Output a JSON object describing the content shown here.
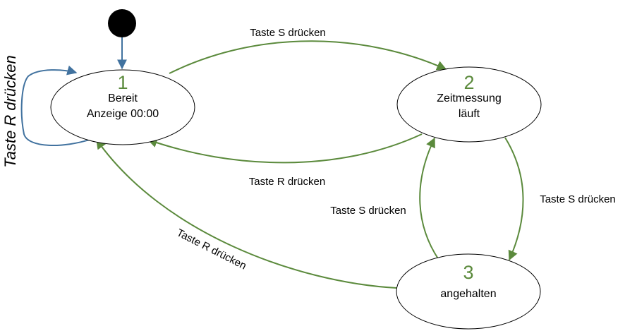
{
  "colors": {
    "transition": "#5b8a3c",
    "initial_arrow": "#41729f",
    "state_number": "#5b8a3c",
    "state_border": "#000000",
    "initial_dot": "#000000"
  },
  "states": [
    {
      "id": "1",
      "number": "1",
      "lines": [
        "Bereit",
        "Anzeige 00:00"
      ]
    },
    {
      "id": "2",
      "number": "2",
      "lines": [
        "Zeitmessung",
        "läuft"
      ]
    },
    {
      "id": "3",
      "number": "3",
      "lines": [
        "angehalten"
      ]
    }
  ],
  "transitions": [
    {
      "id": "t12",
      "from": "1",
      "to": "2",
      "label": "Taste S drücken"
    },
    {
      "id": "t21",
      "from": "2",
      "to": "1",
      "label": "Taste R drücken"
    },
    {
      "id": "t23",
      "from": "2",
      "to": "3",
      "label": "Taste S drücken"
    },
    {
      "id": "t32",
      "from": "3",
      "to": "2",
      "label": "Taste S drücken"
    },
    {
      "id": "t31",
      "from": "3",
      "to": "1",
      "label": "Taste R drücken"
    },
    {
      "id": "t11",
      "from": "1",
      "to": "1",
      "label": "Taste R drücken"
    }
  ]
}
